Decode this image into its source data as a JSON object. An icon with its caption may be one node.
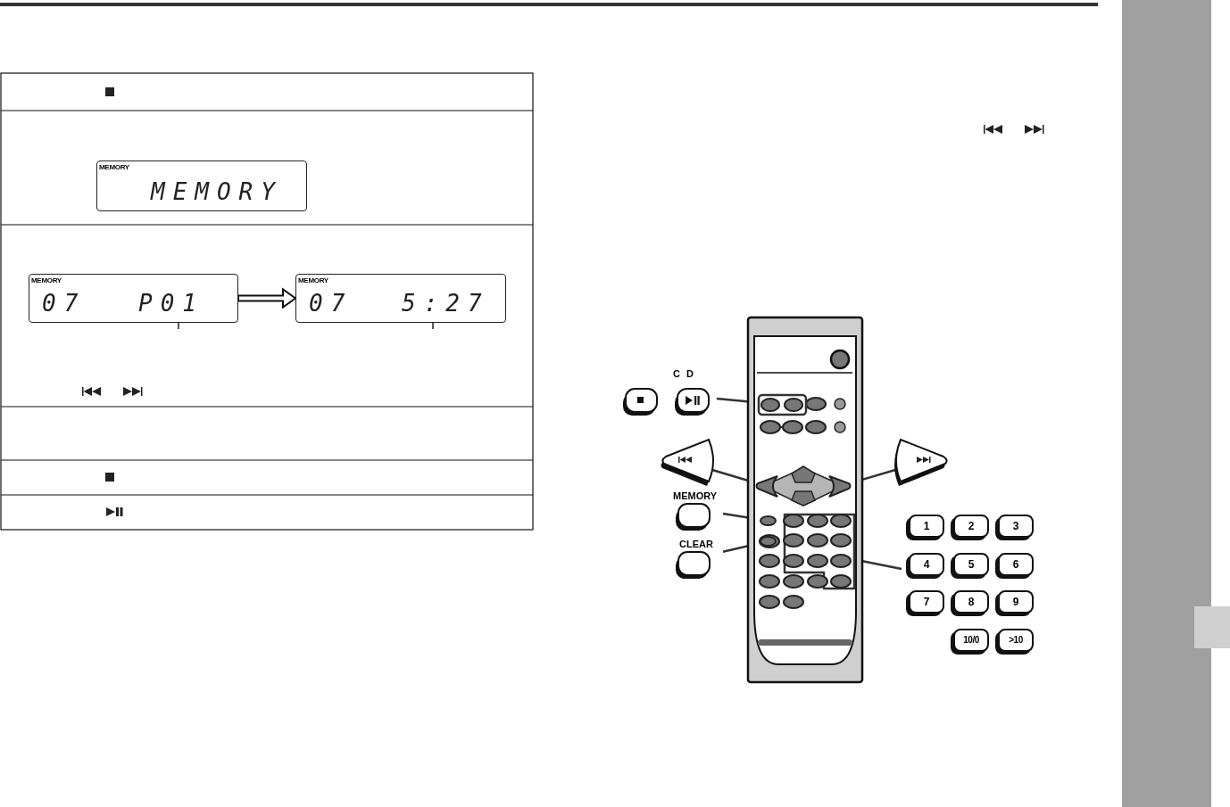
{
  "diagram": {
    "nodes": [
      {
        "text": [],
        "shape": "picture"
      },
      {
        "text": [],
        "shape": "box",
        "in": 0
      },
      {
        "text": [],
        "shape": "box",
        "in": 0
      },
      {
        "text": [],
        "shape": "box",
        "in": 0
      },
      {
        "text": [],
        "shape": "box",
        "in": 0
      },
      {
        "text": [],
        "shape": "box",
        "in": 0
      },
      {
        "text": [],
        "shape": "box",
        "in": 0
      },
      {
        "text": [
          "C D"
        ]
      },
      {
        "text": [],
        "shape": "button"
      },
      {
        "text": [],
        "shape": "button"
      },
      {
        "text": [
          "MEMORY"
        ]
      },
      {
        "text": [
          "CLEAR"
        ]
      },
      {
        "text": [
          "1",
          "2",
          "3",
          "4",
          "5",
          "6",
          "7",
          "8",
          "9",
          "10/0",
          ">10"
        ]
      },
      {
        "text": [
          "MEMORY",
          "MEMORY"
        ]
      },
      {
        "text": [
          "MEMORY",
          "07",
          "P01"
        ]
      },
      {
        "text": [
          "MEMORY",
          "07",
          "5:27"
        ]
      }
    ],
    "edges": [
      {
        "from": 7,
        "to": 1,
        "arrow": "none"
      },
      {
        "from": 8,
        "to": 2,
        "arrow": "none"
      },
      {
        "from": 9,
        "to": 3,
        "arrow": "none"
      },
      {
        "from": 10,
        "to": 4,
        "arrow": "none"
      },
      {
        "from": 11,
        "to": 5,
        "arrow": "none"
      },
      {
        "from": 12,
        "to": 6,
        "arrow": "none"
      },
      {
        "from": 14,
        "to": 15,
        "arrow": "to"
      }
    ]
  }
}
